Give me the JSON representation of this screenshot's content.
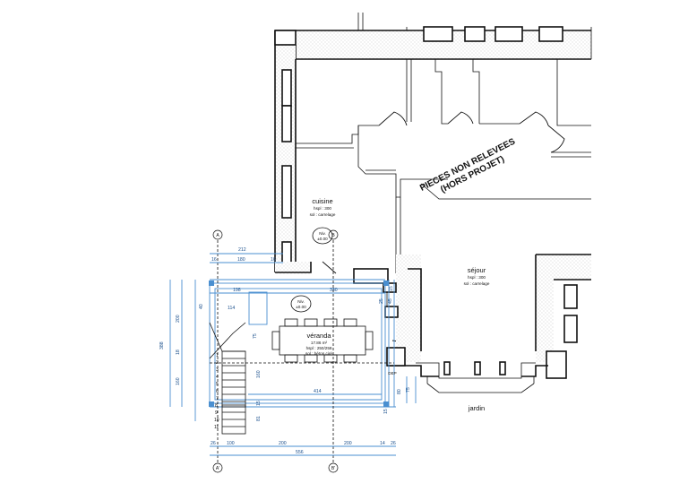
{
  "rooms": {
    "cuisine": {
      "name": "cuisine",
      "hspl": "hspl : 300",
      "sol": "sol : carrelage",
      "niv_label": "Niv.",
      "niv_value": "±0.00"
    },
    "veranda": {
      "name": "véranda",
      "area": "17.86 m²",
      "hspl": "hspl : 250/258",
      "sol": "sol : béton ciré",
      "niv_label": "Niv.",
      "niv_value": "±0.00"
    },
    "sejour": {
      "name": "séjour",
      "hspl": "hspl : 300",
      "sol": "sol : carrelage"
    },
    "jardin": {
      "name": "jardin"
    },
    "dep": {
      "name": "DEP"
    }
  },
  "note": {
    "line1": "PIECES NON RELEVEES",
    "line2": "(HORS PROJET)"
  },
  "axes": {
    "a_top": "A",
    "b_top": "B",
    "a_bottom": "A'",
    "b_bottom": "B'"
  },
  "dims_top": {
    "d212": "212",
    "d16a": "16",
    "d180": "180",
    "d16b": "16"
  },
  "dims_inner": {
    "d198": "198",
    "d330": "330",
    "d114": "114",
    "d25": "25",
    "d45": "45",
    "d15": "15"
  },
  "dims_left": {
    "d388": "388",
    "d200": "200",
    "d18": "18",
    "d160": "160",
    "d40": "40",
    "d75": "75",
    "d160b": "160",
    "d15": "15",
    "d81": "81"
  },
  "dims_bottom": {
    "d26a": "26",
    "d100": "100",
    "d200a": "200",
    "d200b": "200",
    "d14": "14",
    "d26b": "26",
    "d414": "414",
    "d556": "556",
    "d80": "80",
    "d75": "75",
    "d15": "15"
  },
  "stair_steps": [
    "1",
    "2",
    "3",
    "4",
    "5",
    "6",
    "7",
    "8",
    "9",
    "10",
    "11",
    "12",
    "13",
    "14"
  ]
}
